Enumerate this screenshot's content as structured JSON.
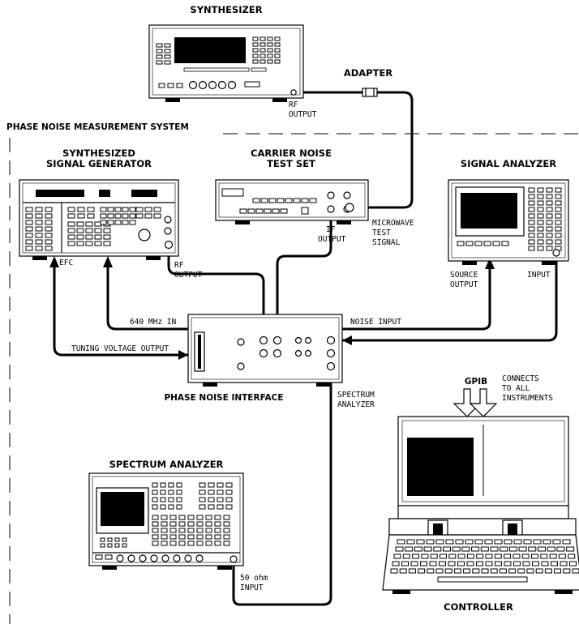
{
  "labels": {
    "synthesizer": "SYNTHESIZER",
    "adapter": "ADAPTER",
    "rf_output_1": "RF",
    "rf_output_2": "OUTPUT",
    "system_title": "PHASE NOISE MEASUREMENT SYSTEM",
    "ssg_1": "SYNTHESIZED",
    "ssg_2": "SIGNAL GENERATOR",
    "cnts_1": "CARRIER NOISE",
    "cnts_2": "TEST SET",
    "signal_analyzer": "SIGNAL ANALYZER",
    "mw_1": "MICROWAVE",
    "mw_2": "TEST",
    "mw_3": "SIGNAL",
    "if_1": "IF",
    "if_2": "OUTPUT",
    "efc": "EFC",
    "ssg_rf_1": "RF",
    "ssg_rf_2": "OUTPUT",
    "source_1": "SOURCE",
    "source_2": "OUTPUT",
    "input": "INPUT",
    "mhz_in": "640  MHz  IN",
    "noise_input": "NOISE INPUT",
    "tuning": "TUNING VOLTAGE OUTPUT",
    "pni": "PHASE NOISE INTERFACE",
    "spec_1": "SPECTRUM",
    "spec_2": "ANALYZER",
    "gpib": "GPIB",
    "conn_1": "CONNECTS",
    "conn_2": "TO  ALL",
    "conn_3": "INSTRUMENTS",
    "spectrum_analyzer": "SPECTRUM ANALYZER",
    "ohm_1": "50  ohm",
    "ohm_2": "INPUT",
    "controller": "CONTROLLER"
  }
}
